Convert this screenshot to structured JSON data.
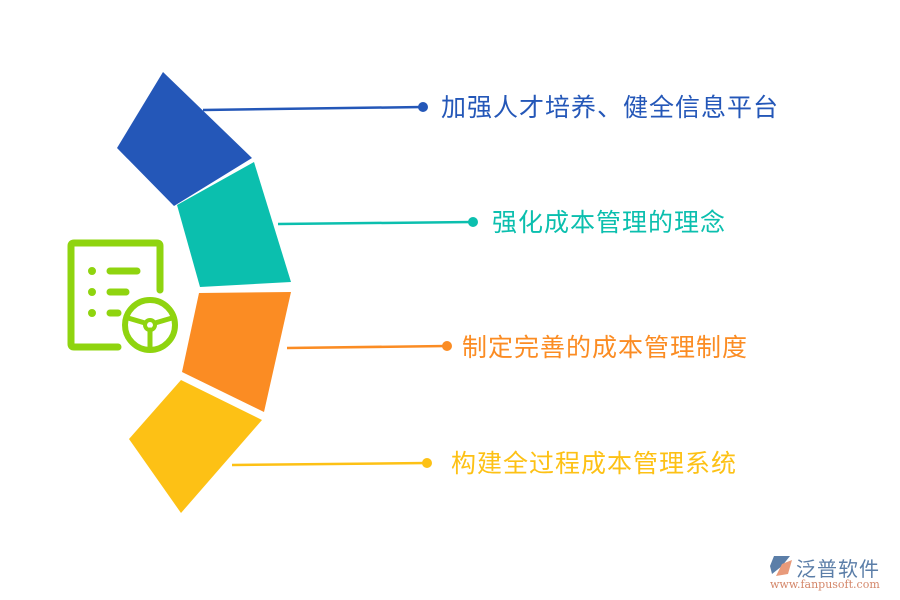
{
  "items": [
    {
      "label": "加强人才培养、健全信息平台",
      "color": "#2457b8"
    },
    {
      "label": "强化成本管理的理念",
      "color": "#0bbfae"
    },
    {
      "label": "制定完善的成本管理制度",
      "color": "#fb8c23"
    },
    {
      "label": "构建全过程成本管理系统",
      "color": "#fdc115"
    }
  ],
  "icon": {
    "name": "document-steering-wheel-icon",
    "color": "#8fd40f"
  },
  "logo": {
    "title": "泛普软件",
    "url": "www.fanpusoft.com"
  }
}
